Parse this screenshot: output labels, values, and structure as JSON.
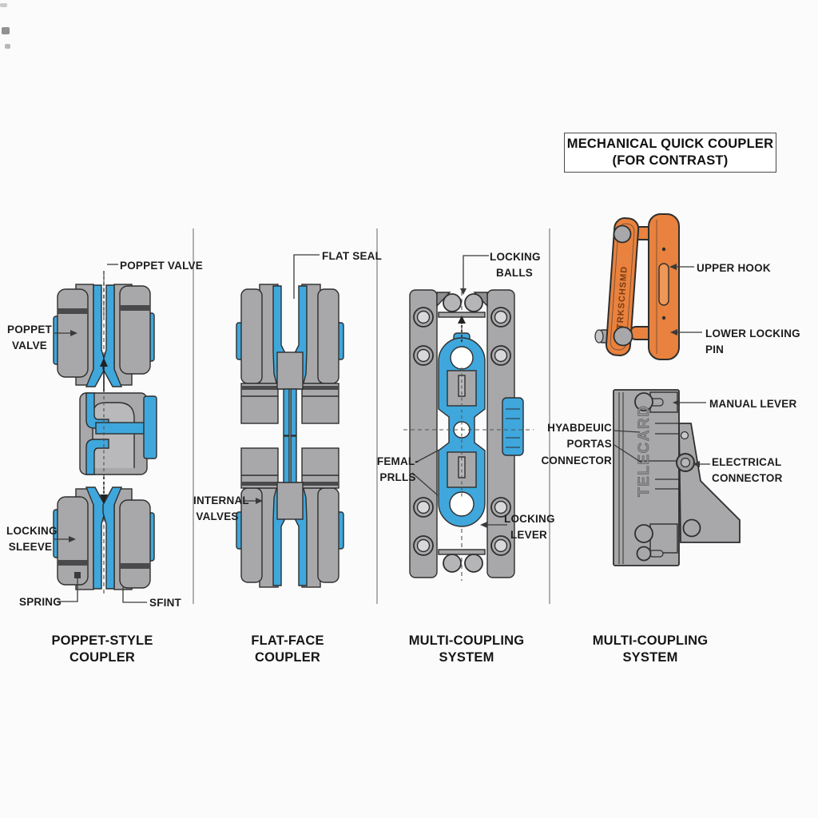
{
  "title_box": {
    "text": "MECHANICAL QUICK COUPLER\n(FOR CONTRAST)"
  },
  "panels": {
    "poppet": {
      "caption": "POPPET-STYLE\nCOUPLER",
      "labels": {
        "poppet_valve_top": "POPPET VALVE",
        "poppet_valve_left": "POPPET\nVALVE",
        "locking_sleeve": "LOCKING\nSLEEVE",
        "spring": "SPRING",
        "sfint": "SFINT"
      }
    },
    "flat_face": {
      "caption": "FLAT-FACE\nCOUPLER",
      "labels": {
        "flat_seal": "FLAT SEAL",
        "internal_valves": "INTERNAL\nVALVES"
      }
    },
    "multi_coupling": {
      "caption": "MULTI-COUPLING\nSYSTEM",
      "labels": {
        "locking_balls": "LOCKING\nBALLS",
        "femal_prlls": "FEMAL-\nPRLLS",
        "locking_lever": "LOCKING\nLEVER"
      }
    },
    "mechanical": {
      "caption": "MULTI-COUPLING\nSYSTEM",
      "labels": {
        "upper_hook": "UPPER HOOK",
        "lower_locking_pin": "LOWER LOCKING PIN",
        "manual_lever": "MANUAL LEVER",
        "hydraulic_ports_connector": "HYABDEUIC\nPORTAS\nCONNECTOR",
        "electrical_connector": "ELECTRICAL\nCONNECTOR"
      },
      "engraved_text_orange": "TRKSCHSMD",
      "engraved_text_gray": "TELECARD"
    }
  },
  "colors": {
    "background": "#fbfbfb",
    "body_gray": "#a8a8aa",
    "accent_blue": "#3fa7dc",
    "accent_orange": "#e8823e",
    "outline": "#2e2e2e",
    "label_text": "#1d1d1d"
  }
}
